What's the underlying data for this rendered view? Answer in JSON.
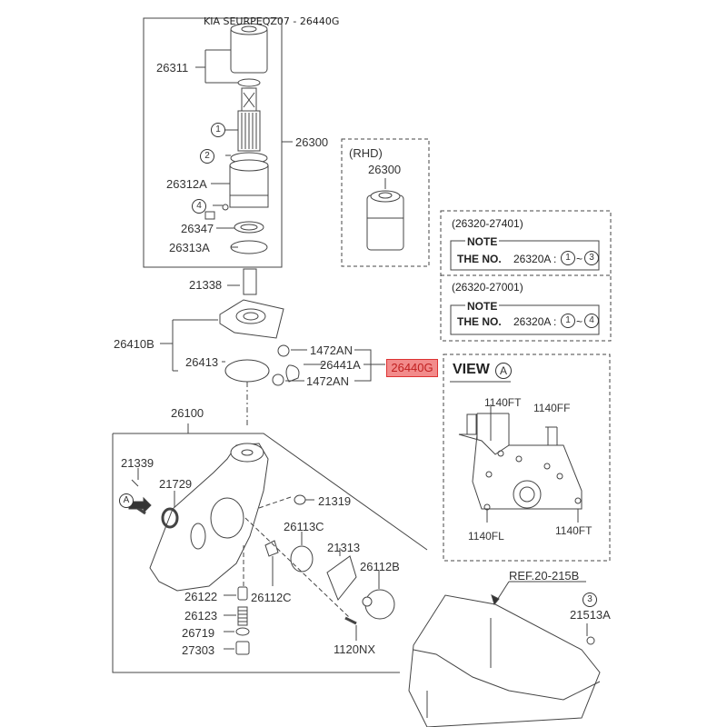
{
  "title": "KIA SEURPEQZ07 - 26440G",
  "highlighted_part": "26440G",
  "accent_color": "#f28b8b",
  "parts": {
    "p26311": "26311",
    "p26300": "26300",
    "p26312A": "26312A",
    "p26347": "26347",
    "p26313A": "26313A",
    "p21338": "21338",
    "p26410B": "26410B",
    "p26413": "26413",
    "p1472AN_top": "1472AN",
    "p26441A": "26441A",
    "p1472AN_bottom": "1472AN",
    "p26100": "26100",
    "p21339": "21339",
    "p21729": "21729",
    "p21319": "21319",
    "p26113C": "26113C",
    "p21313": "21313",
    "p26112B": "26112B",
    "p26122": "26122",
    "p26112C": "26112C",
    "p26123": "26123",
    "p26719": "26719",
    "p27303": "27303",
    "p1120NX": "1120NX",
    "p21513A": "21513A",
    "ref": "REF.20-215B"
  },
  "callouts": {
    "c1": "1",
    "c2": "2",
    "c4": "4",
    "c3": "3",
    "viewA": "A"
  },
  "rhd": {
    "label": "(RHD)",
    "part": "26300"
  },
  "notes": [
    {
      "code": "(26320-27401)",
      "heading": "NOTE",
      "prefix": "THE NO.",
      "part": "26320A :",
      "from": "1",
      "sep": "~",
      "to": "3"
    },
    {
      "code": "(26320-27001)",
      "heading": "NOTE",
      "prefix": "THE NO.",
      "part": "26320A :",
      "from": "1",
      "sep": "~",
      "to": "4"
    }
  ],
  "view_a": {
    "title": "VIEW",
    "marker": "A",
    "labels": {
      "ft_top": "1140FT",
      "ff": "1140FF",
      "fl": "1140FL",
      "ft_bottom": "1140FT"
    }
  }
}
